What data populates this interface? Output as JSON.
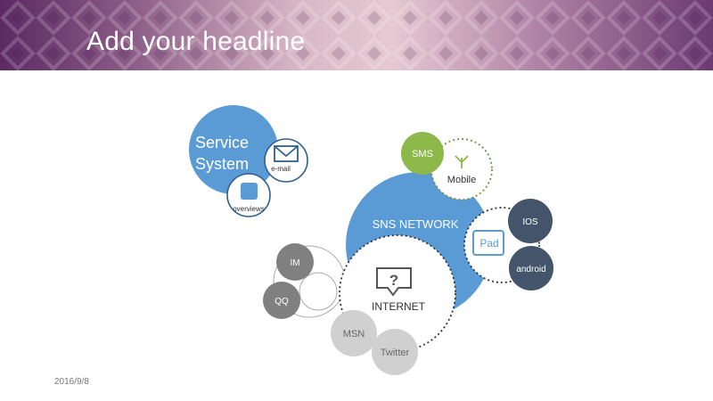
{
  "slide": {
    "headline": "Add your headline",
    "date": "2016/9/8"
  },
  "colors": {
    "blue": "#5b9bd5",
    "green": "#8db84a",
    "navy": "#44546a",
    "gray_dark": "#808080",
    "gray_light": "#d0d0d0",
    "banner_purple": "#5b2a63",
    "banner_pink": "#e6c9d2"
  },
  "diagram": {
    "service_system": {
      "line1": "Service",
      "line2": "System"
    },
    "email": {
      "label": "e-mail",
      "icon": "envelope-icon"
    },
    "overviews": {
      "label": "overviews",
      "icon": "square-icon"
    },
    "sns_network": {
      "label": "SNS NETWORK"
    },
    "sms": {
      "label": "SMS"
    },
    "mobile": {
      "label": "Mobile",
      "icon": "antenna-icon"
    },
    "pad": {
      "label": "Pad"
    },
    "ios": {
      "label": "IOS"
    },
    "android": {
      "label": "android"
    },
    "internet": {
      "label": "INTERNET",
      "icon": "question-bubble-icon"
    },
    "im": {
      "label": "IM"
    },
    "qq": {
      "label": "QQ"
    },
    "msn": {
      "label": "MSN"
    },
    "twitter": {
      "label": "Twitter"
    }
  }
}
